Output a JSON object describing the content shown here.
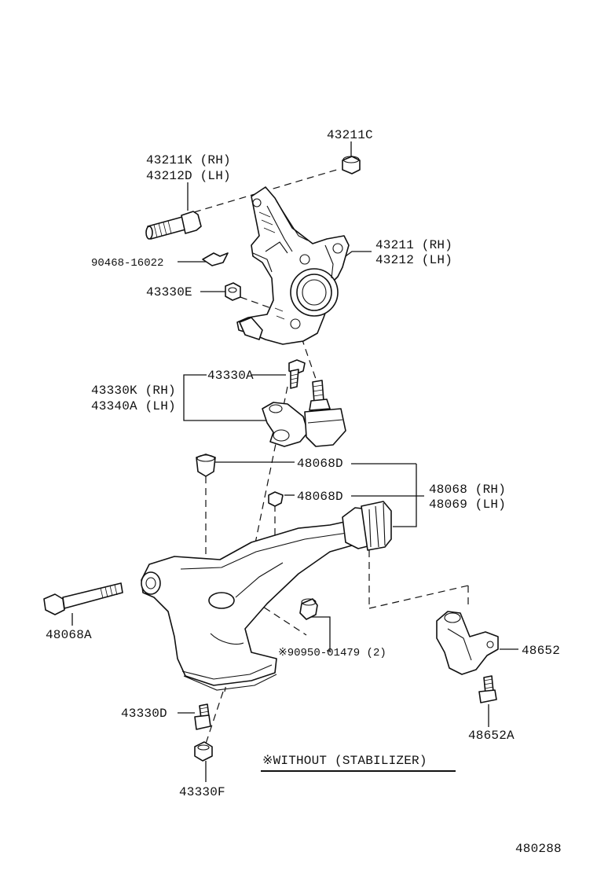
{
  "labels": {
    "knuckle_cap": "43211C",
    "bolt_rh": "43211K (RH)",
    "bolt_lh": "43212D (LH)",
    "knuckle_rh": "43211 (RH)",
    "knuckle_lh": "43212 (LH)",
    "clip": "90468-16022",
    "nut_e": "43330E",
    "bolt_a": "43330A",
    "balljoint_rh": "43330K (RH)",
    "balljoint_lh": "43340A (LH)",
    "bush_d_upper": "48068D",
    "bush_d_lower": "48068D",
    "arm_rh": "48068 (RH)",
    "arm_lh": "48069 (LH)",
    "arm_bolt": "48068A",
    "plug": "※90950-01479 (2)",
    "bracket": "48652",
    "bracket_bolt": "48652A",
    "bolt_d": "43330D",
    "nut_f": "43330F",
    "note": "※WITHOUT (STABILIZER)",
    "figure_no": "480288"
  }
}
